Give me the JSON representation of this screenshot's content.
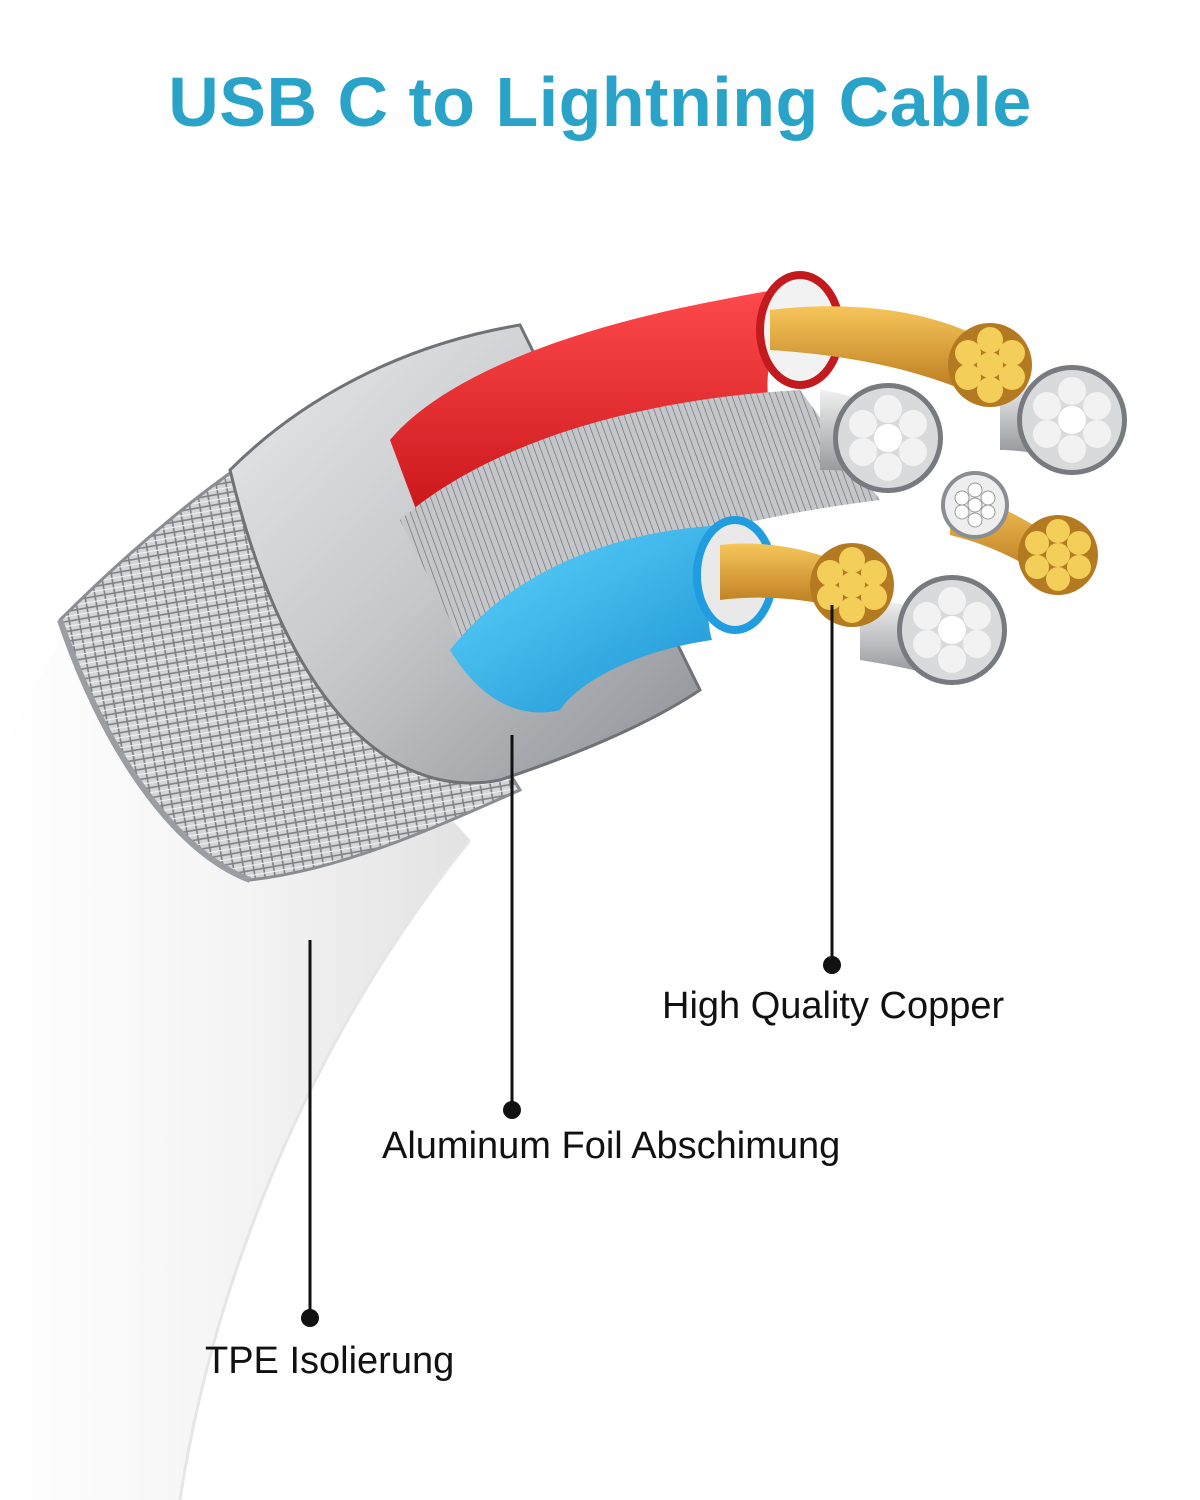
{
  "title": "USB C to Lightning Cable",
  "colors": {
    "title": "#2aa3c8",
    "jacket": "#f4f4f4",
    "braid": "#b9bcc0",
    "foil": "#c9cbce",
    "red_insulation": "#e8262a",
    "blue_insulation": "#27b4ee",
    "copper": "#d9a032",
    "tinned_wire": "#a9abae"
  },
  "callouts": [
    {
      "id": "copper",
      "label": "High Quality Copper"
    },
    {
      "id": "foil",
      "label": "Aluminum Foil Abschimung"
    },
    {
      "id": "tpe",
      "label": "TPE Isolierung"
    }
  ]
}
